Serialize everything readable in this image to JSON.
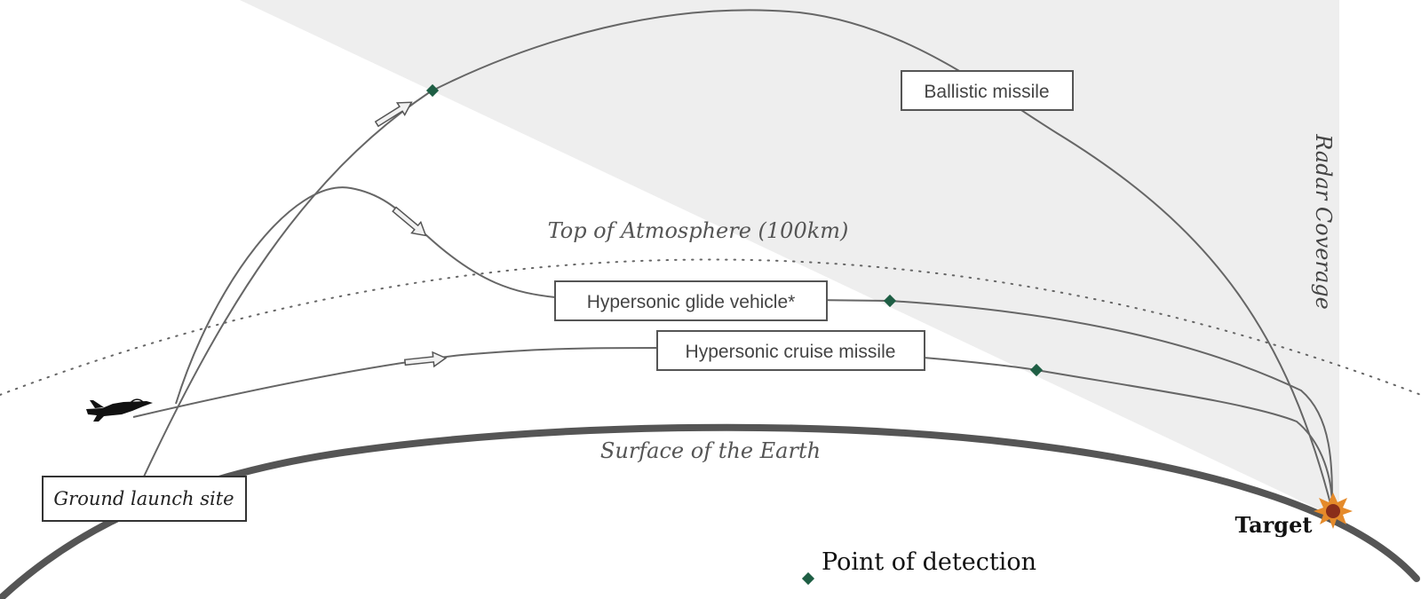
{
  "labels": {
    "ballistic_missile": "Ballistic missile",
    "hypersonic_glide_vehicle": "Hypersonic glide vehicle*",
    "hypersonic_cruise_missile": "Hypersonic cruise missile",
    "top_of_atmosphere": "Top of Atmosphere (100km)",
    "surface_of_earth": "Surface of the Earth",
    "radar_coverage": "Radar Coverage",
    "ground_launch_site": "Ground launch site",
    "target": "Target",
    "legend_point_of_detection": "Point of detection"
  },
  "colors": {
    "trajectory": "#666666",
    "earth": "#555555",
    "radar_fill": "#eeeeee",
    "detection_marker": "#1e5e44",
    "box_border": "#555555",
    "text": "#444444",
    "explosion_outer": "#e58a2a",
    "explosion_inner": "#8a2e1a",
    "aircraft": "#111111"
  },
  "icons": {
    "aircraft": "fighter-jet-icon",
    "target": "explosion-icon",
    "detection": "diamond-marker-icon",
    "direction": "arrow-icon"
  }
}
